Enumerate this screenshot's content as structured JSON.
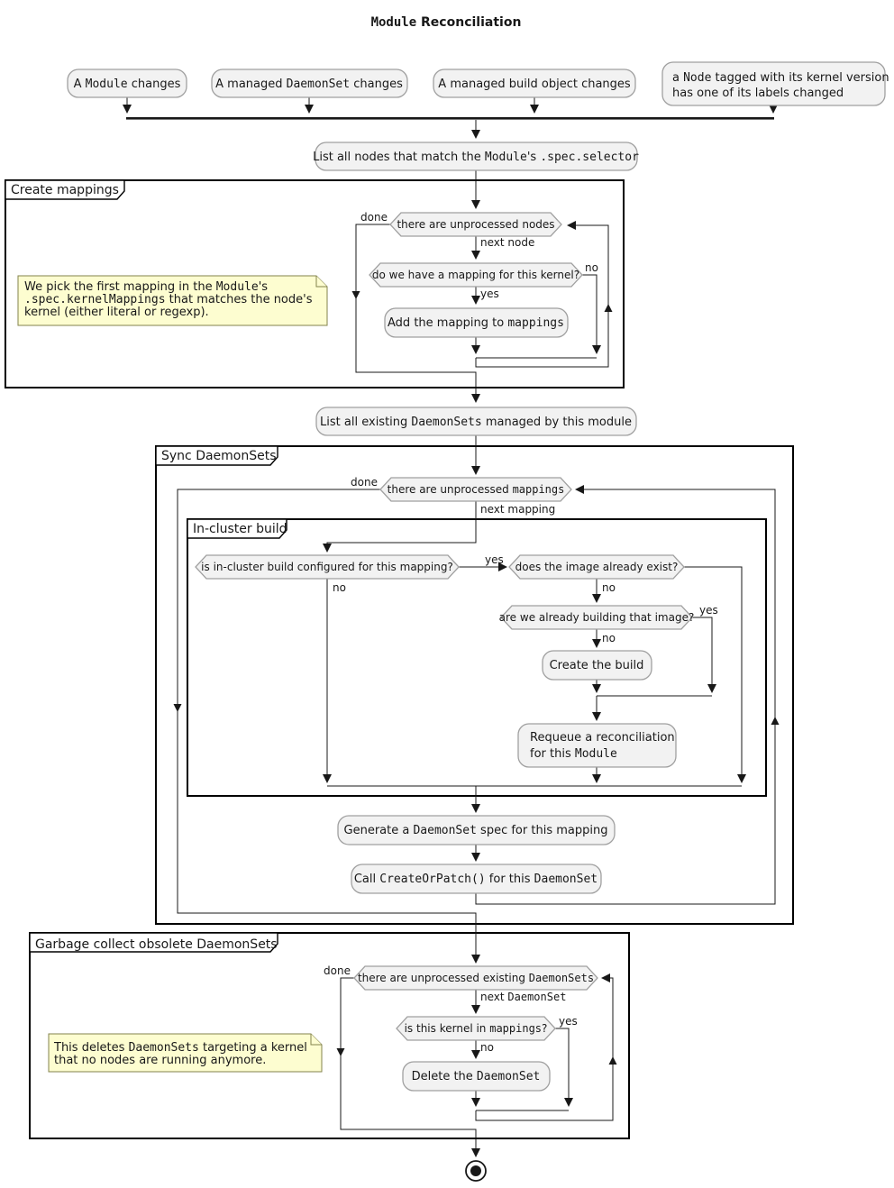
{
  "title": [
    "Module",
    " Reconciliation"
  ],
  "start_events": {
    "module_changes": [
      "A ",
      "Module",
      " changes"
    ],
    "daemonset_changes": [
      "A managed ",
      "DaemonSet",
      " changes"
    ],
    "build_object_changes": [
      "A managed build object changes"
    ],
    "node_label_changed_line1": [
      "a ",
      "Node",
      " tagged with its kernel version"
    ],
    "node_label_changed_line2": [
      "has one of its labels changed"
    ]
  },
  "activities": {
    "list_matching_nodes": [
      "List all nodes that match the ",
      "Module",
      "'s ",
      ".spec.selector"
    ],
    "add_mapping": [
      "Add the mapping to ",
      "mappings"
    ],
    "list_existing_daemonsets": [
      "List all existing ",
      "DaemonSets",
      " managed by this module"
    ],
    "create_build": [
      "Create the build"
    ],
    "requeue_line1": [
      "Requeue a reconciliation"
    ],
    "requeue_line2": [
      "for this ",
      "Module"
    ],
    "generate_spec": [
      "Generate a ",
      "DaemonSet",
      " spec for this mapping"
    ],
    "create_or_patch": [
      "Call ",
      "CreateOrPatch()",
      " for this ",
      "DaemonSet"
    ],
    "delete_daemonset": [
      "Delete the ",
      "DaemonSet"
    ]
  },
  "decisions": {
    "unprocessed_nodes": [
      "there are unprocessed nodes"
    ],
    "mapping_for_kernel": [
      "do we have a mapping for this kernel?"
    ],
    "unprocessed_mappings": [
      "there are unprocessed ",
      "mappings"
    ],
    "in_cluster_build_configured": [
      "is in-cluster build configured for this mapping?"
    ],
    "image_already_exists": [
      "does the image already exist?"
    ],
    "already_building_image": [
      "are we already building that image?"
    ],
    "unprocessed_existing_daemonsets": [
      "there are unprocessed existing ",
      "DaemonSets"
    ],
    "kernel_in_mappings": [
      "is this kernel in ",
      "mappings",
      "?"
    ]
  },
  "partitions": {
    "create_mappings": "Create mappings",
    "sync_daemonsets": "Sync DaemonSets",
    "in_cluster_build": "In-cluster build",
    "garbage_collect": "Garbage collect obsolete DaemonSets"
  },
  "edge_labels": {
    "done": "done",
    "yes": "yes",
    "no": "no",
    "next_node": "next node",
    "next_mapping": "next mapping",
    "next_daemonset": [
      "next ",
      "DaemonSet"
    ]
  },
  "notes": {
    "pick_first_mapping_line1": [
      "We pick the first mapping in the ",
      "Module",
      "'s"
    ],
    "pick_first_mapping_line2": [
      ".spec.kernelMappings",
      " that matches the node's"
    ],
    "pick_first_mapping_line3": [
      "kernel (either literal or regexp)."
    ],
    "deletes_daemonsets_line1": [
      "This deletes ",
      "DaemonSets",
      " targeting a kernel"
    ],
    "deletes_daemonsets_line2": [
      "that no nodes are running anymore."
    ]
  },
  "colors": {
    "node_fill": "#f2f2f2",
    "node_border": "#a0a0a0",
    "note_fill": "#fdfdd0",
    "note_border": "#83834d",
    "line": "#181818",
    "partition_border": "#000000"
  }
}
